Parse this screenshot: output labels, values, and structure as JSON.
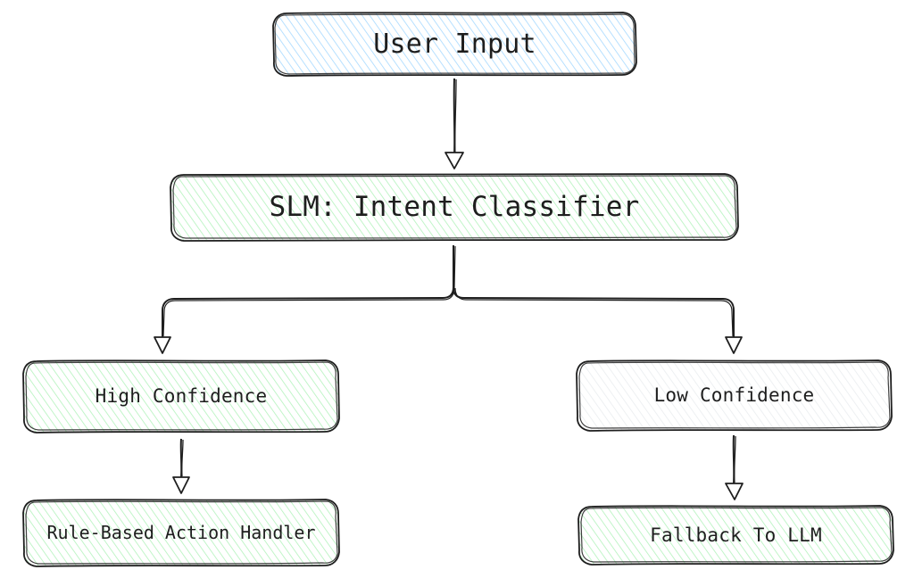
{
  "nodes": {
    "user_input": {
      "label": "User Input",
      "fill": "#a5d8ff"
    },
    "intent_classifier": {
      "label": "SLM: Intent Classifier",
      "fill": "#b2f2bb"
    },
    "high_confidence": {
      "label": "High Confidence",
      "fill": "#b2f2bb"
    },
    "low_confidence": {
      "label": "Low Confidence",
      "fill": "#e9ecef"
    },
    "rule_based_handler": {
      "label": "Rule-Based Action Handler",
      "fill": "#b2f2bb"
    },
    "fallback_llm": {
      "label": "Fallback To LLM",
      "fill": "#b2f2bb"
    }
  },
  "edges": [
    {
      "from": "User Input",
      "to": "SLM: Intent Classifier"
    },
    {
      "from": "SLM: Intent Classifier",
      "to": "High Confidence"
    },
    {
      "from": "SLM: Intent Classifier",
      "to": "Low Confidence"
    },
    {
      "from": "High Confidence",
      "to": "Rule-Based Action Handler"
    },
    {
      "from": "Low Confidence",
      "to": "Fallback To LLM"
    }
  ],
  "colors": {
    "stroke": "#1e1e1e",
    "background": "#ffffff"
  }
}
